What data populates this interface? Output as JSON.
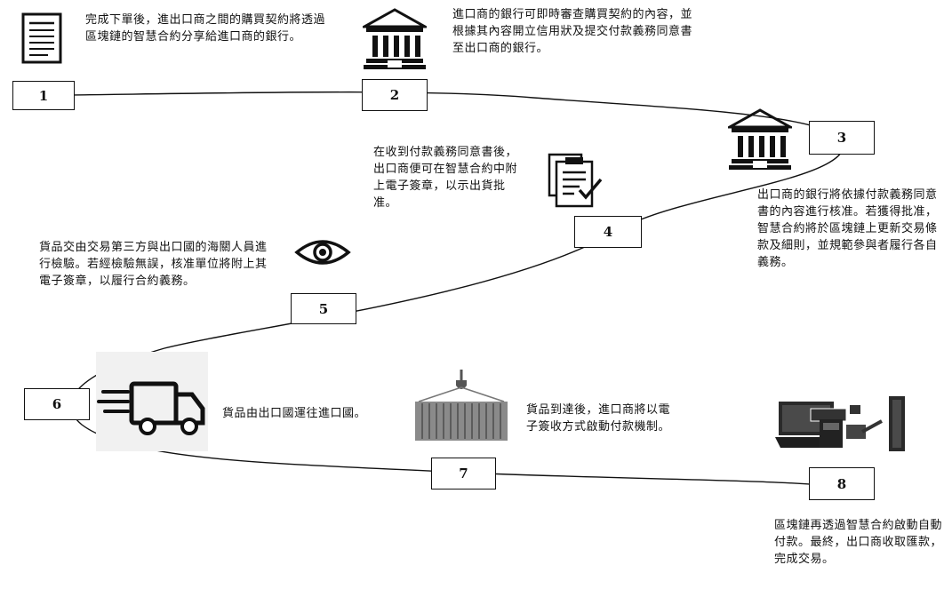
{
  "steps": [
    {
      "number": "1",
      "text": "完成下單後，進出口商之間的購買契約將透過區塊鏈的智慧合約分享給進口商的銀行。",
      "icon": "document-icon"
    },
    {
      "number": "2",
      "text": "進口商的銀行可即時審查購買契約的內容，並根據其內容開立信用狀及提交付款義務同意書至出口商的銀行。",
      "icon": "bank-icon"
    },
    {
      "number": "3",
      "text": "出口商的銀行將依據付款義務同意書的內容進行核准。若獲得批准，智慧合約將於區塊鏈上更新交易條款及細則，並規範參與者履行各自義務。",
      "icon": "bank-icon"
    },
    {
      "number": "4",
      "text": "在收到付款義務同意書後，出口商便可在智慧合約中附上電子簽章，以示出貨批准。",
      "icon": "clipboard-check-icon"
    },
    {
      "number": "5",
      "text": "貨品交由交易第三方與出口國的海關人員進行檢驗。若經檢驗無誤，核准單位將附上其電子簽章，以履行合約義務。",
      "icon": "eye-icon"
    },
    {
      "number": "6",
      "text": "貨品由出口國運往進口國。",
      "icon": "delivery-truck-icon"
    },
    {
      "number": "7",
      "text": "貨品到達後，進口商將以電子簽收方式啟動付款機制。",
      "icon": "shipping-container-icon"
    },
    {
      "number": "8",
      "text": "區塊鏈再透過智慧合約啟動自動付款。最終，出口商收取匯款，完成交易。",
      "icon": "payment-devices-icon"
    }
  ]
}
